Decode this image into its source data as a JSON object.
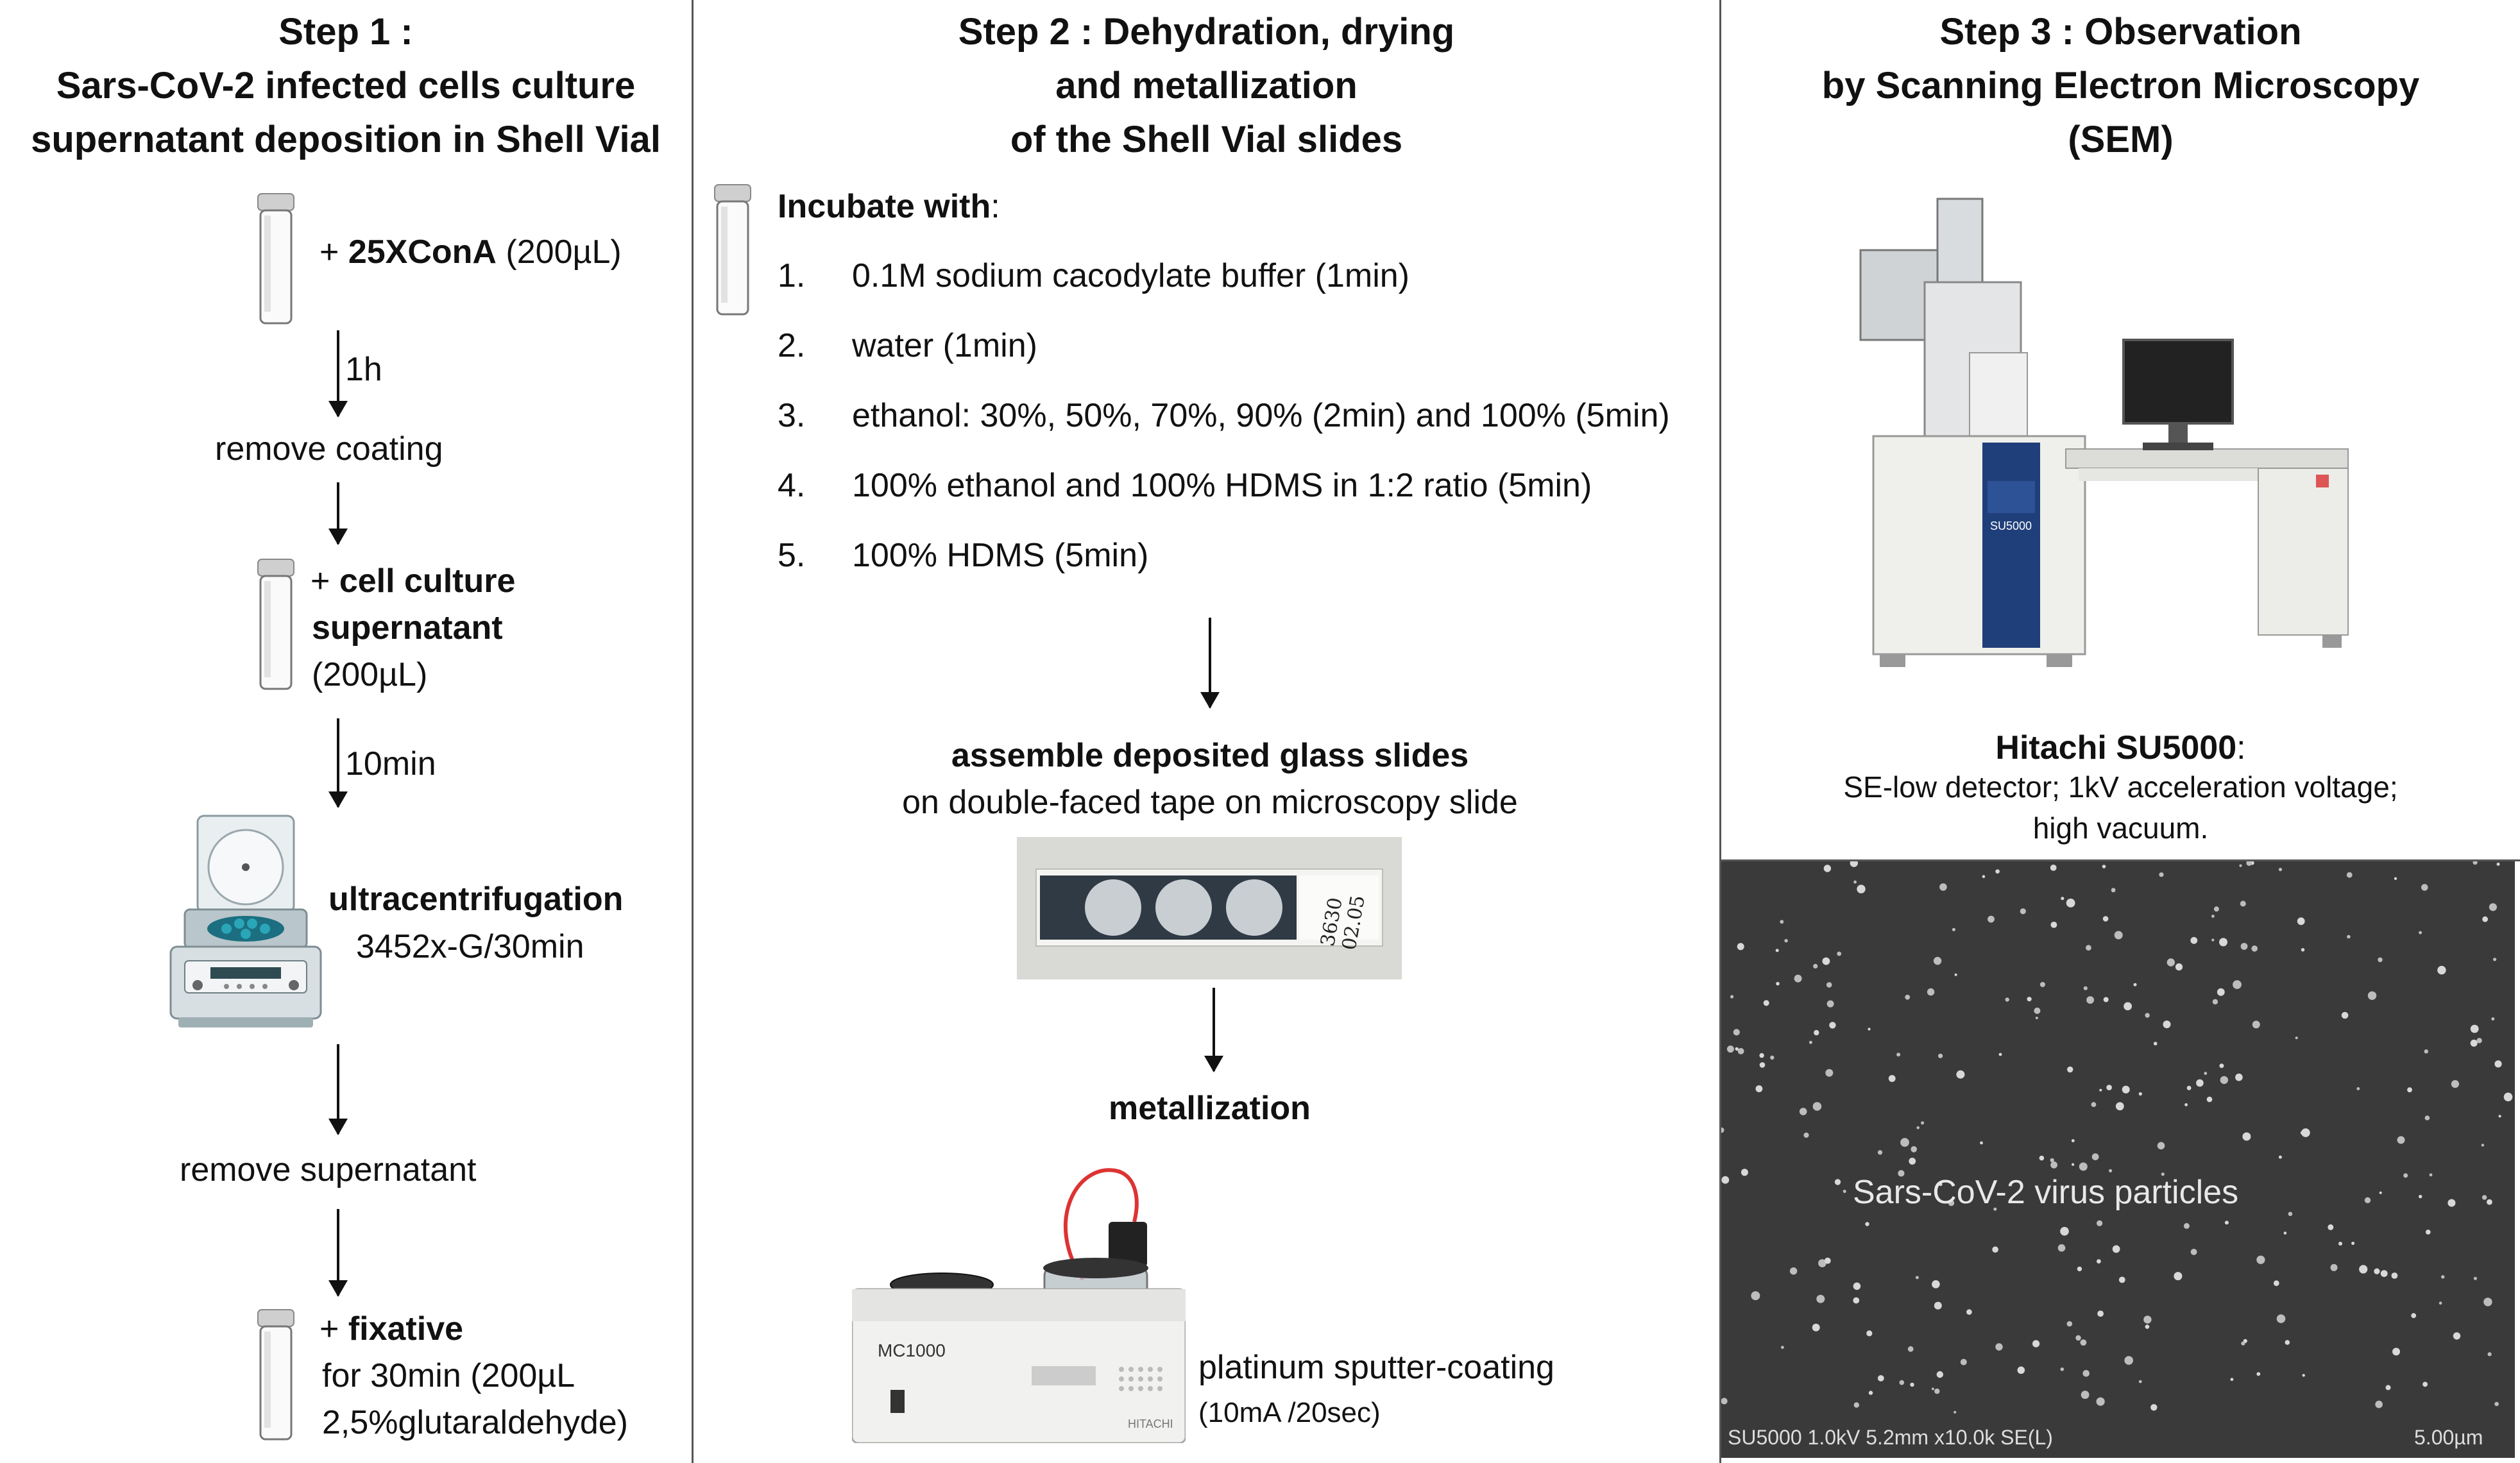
{
  "step1": {
    "title_lines": [
      "Step 1 :",
      "Sars-CoV-2 infected cells culture",
      "supernatant deposition in Shell Vial"
    ],
    "s1_plus": "+ ",
    "s1_bold": "25XConA",
    "s1_rest": " (200µL)",
    "t1": "1h",
    "remove_coating": "remove coating",
    "s2_plus": "+ ",
    "s2_bold1": "cell culture",
    "s2_bold2": "supernatant",
    "s2_rest": "(200µL)",
    "t2": "10min",
    "uc_bold": "ultracentrifugation",
    "uc_rest": "3452x-G/30min",
    "remove_supernatant": "remove supernatant",
    "s3_plus": "+ ",
    "s3_bold": "fixative",
    "s3_line2": "for 30min (200µL",
    "s3_line3": "2,5%glutaraldehyde)"
  },
  "step2": {
    "title_lines": [
      "Step 2 : Dehydration, drying",
      "and metallization",
      "of the Shell Vial slides"
    ],
    "incubate_bold": "Incubate with",
    "incubate_colon": ":",
    "list": [
      {
        "num": "1.",
        "text": "0.1M sodium cacodylate buffer (1min)"
      },
      {
        "num": "2.",
        "text": "water (1min)"
      },
      {
        "num": "3.",
        "text": "ethanol: 30%, 50%, 70%, 90% (2min) and 100% (5min)"
      },
      {
        "num": "4.",
        "text": "100% ethanol and 100% HDMS in 1:2 ratio (5min)"
      },
      {
        "num": "5.",
        "text": "100% HDMS (5min)"
      }
    ],
    "assemble_bold": "assemble deposited glass slides",
    "assemble_rest": "on double-faced tape on microscopy slide",
    "slide_note": "3630 02.05",
    "metallization": "metallization",
    "sputter_line1": "platinum sputter-coating",
    "sputter_line2": "(10mA /20sec)",
    "device_label": "MC1000",
    "device_brand": "HITACHI"
  },
  "step3": {
    "title_lines": [
      "Step 3 : Observation",
      "by Scanning Electron Microscopy",
      "(SEM)"
    ],
    "instrument_bold": "Hitachi SU5000",
    "instrument_colon": ":",
    "det_line1": "SE-low detector; 1kV acceleration voltage;",
    "det_line2": "high vacuum.",
    "sem_label": "Sars-CoV-2 virus particles",
    "sem_info": "SU5000 1.0kV 5.2mm x10.0k SE(L)",
    "sem_scale": "5.00µm",
    "machine_label": "SU5000"
  },
  "colors": {
    "accent_blue": "#1f3f7a",
    "sem_bg": "#3a3a3a",
    "centrifuge_teal": "#2aa6b8"
  }
}
